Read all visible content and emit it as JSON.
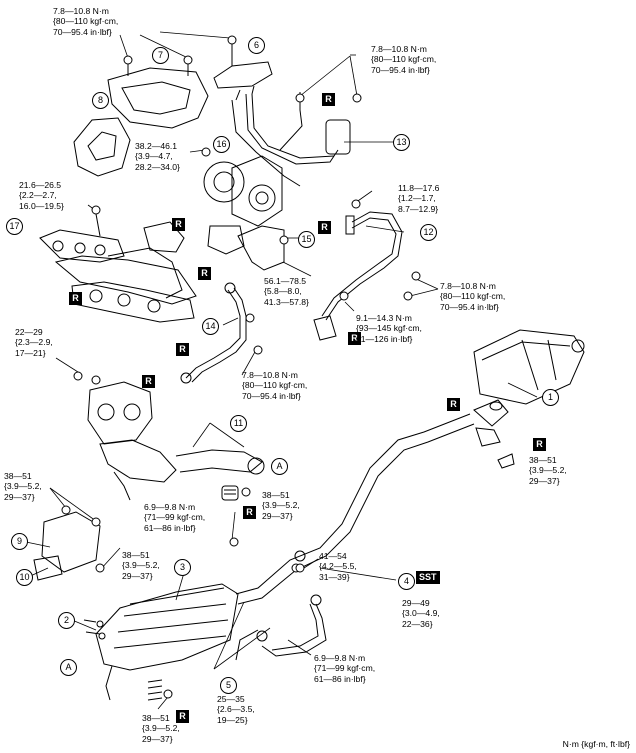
{
  "callouts": {
    "c1": "1",
    "c2": "2",
    "c3": "3",
    "c4": "4",
    "c5": "5",
    "c6": "6",
    "c7": "7",
    "c8": "8",
    "c9": "9",
    "c10": "10",
    "c11": "11",
    "c12": "12",
    "c13": "13",
    "c14": "14",
    "c15": "15",
    "c16": "16",
    "c17": "17",
    "a1": "A",
    "a2": "A"
  },
  "replace_mark": "R",
  "sst_mark": "SST",
  "torques": {
    "t_top_left": "7.8—10.8 N·m\n{80—110 kgf·cm,\n70—95.4 in·lbf}",
    "t_top_right": "7.8—10.8 N·m\n{80—110 kgf·cm,\n70—95.4 in·lbf}",
    "t_16": "38.2—46.1\n{3.9—4.7,\n28.2—34.0}",
    "t_17": "21.6—26.5\n{2.2—2.7,\n16.0—19.5}",
    "t_12top": "11.8—17.6\n{1.2—1.7,\n8.7—12.9}",
    "t_15": "56.1—78.5\n{5.8—8.0,\n41.3—57.8}",
    "t_12right": "7.8—10.8 N·m\n{80—110 kgf·cm,\n70—95.4 in·lbf}",
    "t_91": "9.1—14.3 N·m\n{93—145 kgf·cm,\n81—126 in·lbf}",
    "t_22": "22—29\n{2.3—2.9,\n17—21}",
    "t_14": "7.8—10.8 N·m\n{80—110 kgf·cm,\n70—95.4 in·lbf}",
    "t_1": "38—51\n{3.9—5.2,\n29—37}",
    "t_9": "38—51\n{3.9—5.2,\n29—37}",
    "t_11": "38—51\n{3.9—5.2,\n29—37}",
    "t_69a": "6.9—9.8 N·m\n{71—99 kgf·cm,\n61—86 in·lbf}",
    "t_10": "38—51\n{3.9—5.2,\n29—37}",
    "t_41": "41—54\n{4.2—5.5,\n31—39}",
    "t_4": "29—49\n{3.0—4.9,\n22—36}",
    "t_69b": "6.9—9.8 N·m\n{71—99 kgf·cm,\n61—86 in·lbf}",
    "t_5": "25—35\n{2.6—3.5,\n19—25}",
    "t_bottom": "38—51\n{3.9—5.2,\n29—37}"
  },
  "units_note": "N·m {kgf·m, ft·lbf}"
}
